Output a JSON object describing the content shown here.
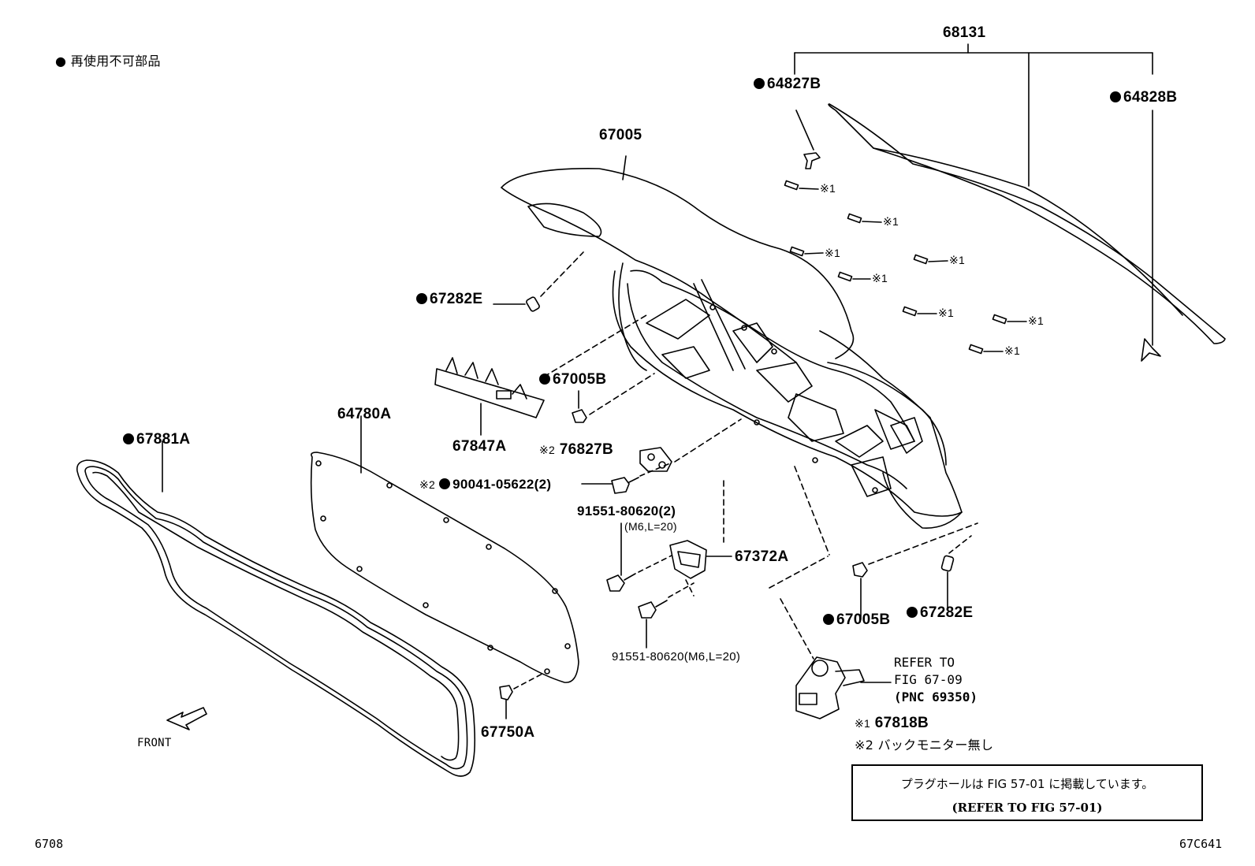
{
  "legend": {
    "text": "● 再使用不可部品"
  },
  "labels": {
    "p68131": "68131",
    "p64827B": "64827B",
    "p64828B": "64828B",
    "p67005": "67005",
    "p67282E_top": "67282E",
    "p67005B_top": "67005B",
    "p67847A": "67847A",
    "p76827B": "76827B",
    "p90041": "90041-05622(2)",
    "p91551_top": "91551-80620(2)",
    "p91551_top_spec": "(M6,L=20)",
    "p67372A": "67372A",
    "p67881A": "67881A",
    "p64780A": "64780A",
    "p67005B_bot": "67005B",
    "p67282E_bot": "67282E",
    "p91551_bot": "91551-80620(M6,L=20)",
    "p67750A": "67750A",
    "front": "FRONT"
  },
  "marks": {
    "note1": "※1",
    "note2": "※2"
  },
  "reference": {
    "line1": "REFER TO",
    "line2": "FIG 67-09",
    "line3": "(PNC 69350)"
  },
  "notes": {
    "n1_code": "67818B",
    "n2_text": "バックモニター無し"
  },
  "notebox": {
    "line1": "プラグホールは FIG 57-01 に掲載しています。",
    "line2": "(REFER TO FIG 57-01)"
  },
  "corners": {
    "bottom_left": "6708",
    "bottom_right": "67C641"
  }
}
